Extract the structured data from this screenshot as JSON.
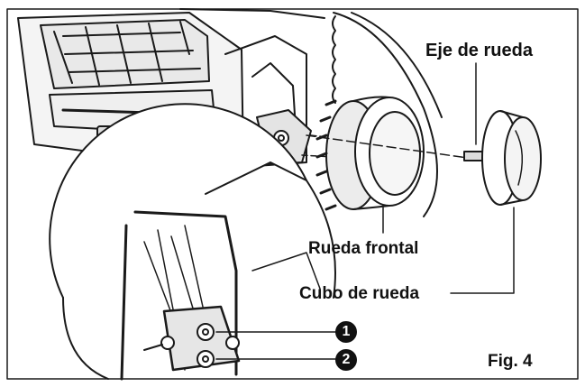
{
  "labels": {
    "axle": "Eje de rueda",
    "front_wheel": "Rueda frontal",
    "hub": "Cubo de rueda",
    "figure": "Fig. 4"
  },
  "callouts": [
    "1",
    "2"
  ]
}
